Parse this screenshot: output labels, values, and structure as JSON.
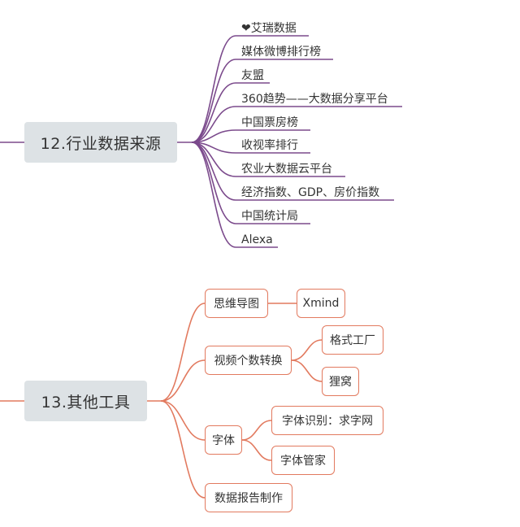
{
  "colors": {
    "purple": "#7b4a8c",
    "orange": "#e27a5f",
    "main_bg": "#dde2e5"
  },
  "section12": {
    "title": "12.行业数据来源",
    "items": [
      "❤艾瑞数据",
      "媒体微博排行榜",
      "友盟",
      "360趋势——大数据分享平台",
      "中国票房榜",
      "收视率排行",
      "农业大数据云平台",
      "经济指数、GDP、房价指数",
      "中国统计局",
      "Alexa"
    ]
  },
  "section13": {
    "title": "13.其他工具",
    "mindmap": {
      "label": "思维导图",
      "child": "Xmind"
    },
    "video": {
      "label": "视频个数转换",
      "children": [
        "格式工厂",
        "狸窝"
      ]
    },
    "font": {
      "label": "字体",
      "children": [
        "字体识别：求字网",
        "字体管家"
      ]
    },
    "report": {
      "label": "数据报告制作"
    }
  }
}
